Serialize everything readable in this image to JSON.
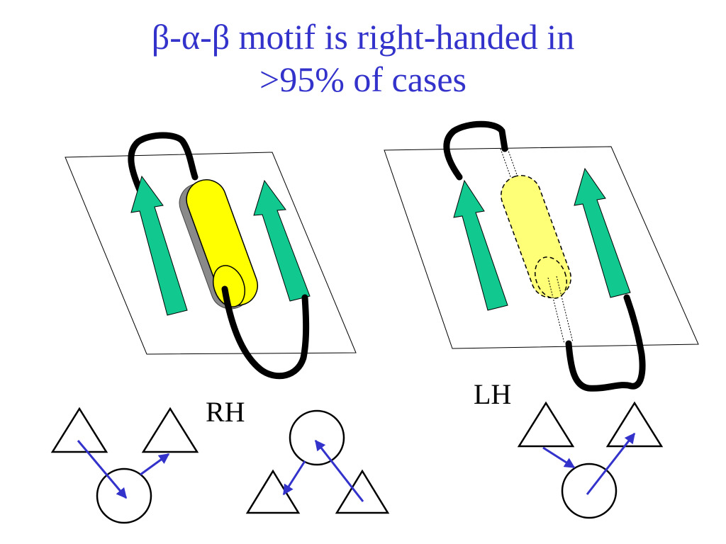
{
  "title": {
    "line1": "β-α-β motif is right-handed in",
    "line2": ">95% of cases"
  },
  "labels": {
    "right_handed": "RH",
    "left_handed": "LH"
  },
  "colors": {
    "title": "#3333cc",
    "strand": "#11c98f",
    "helix": "#ffff00",
    "helix_faded": "#ffff77",
    "arrow": "#3333cc",
    "loop": "#000000"
  }
}
